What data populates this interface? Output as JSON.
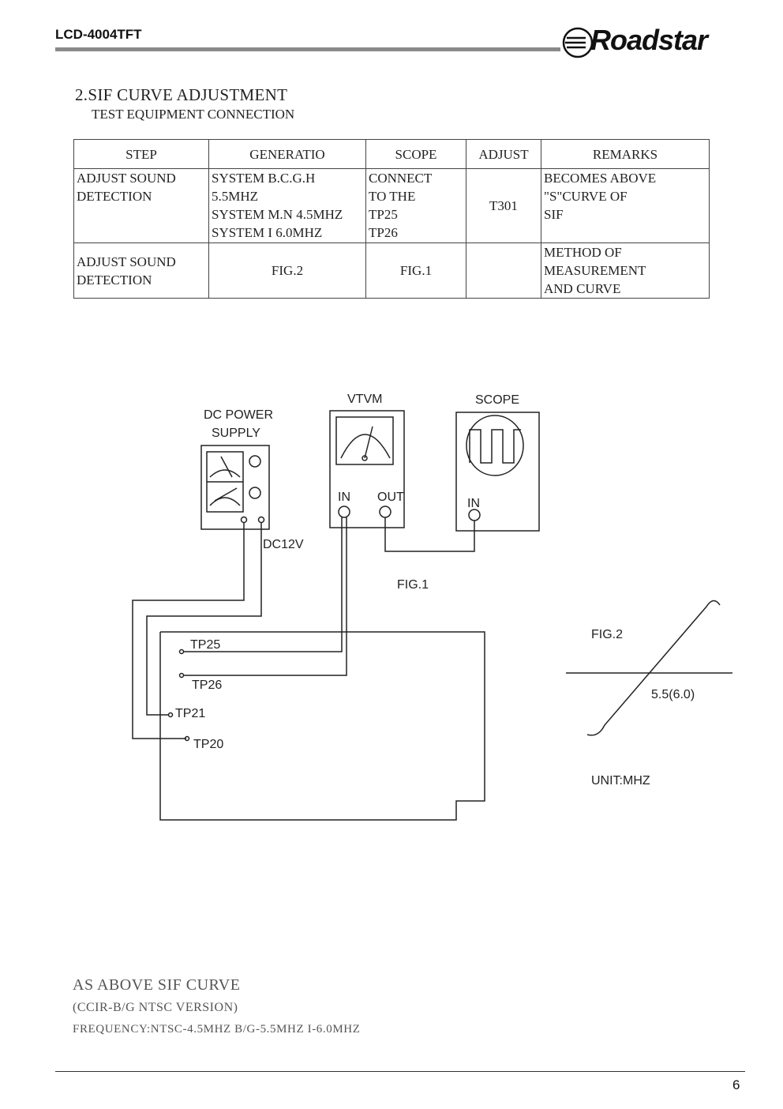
{
  "header": {
    "model": "LCD-4004TFT",
    "brand": "Roadstar"
  },
  "section": {
    "title": "2.SIF CURVE ADJUSTMENT",
    "subtitle": "TEST EQUIPMENT CONNECTION"
  },
  "table": {
    "headers": [
      "STEP",
      "GENERATIO",
      "SCOPE",
      "ADJUST",
      "REMARKS"
    ],
    "rows": [
      {
        "step": [
          "ADJUST SOUND",
          "DETECTION"
        ],
        "generator": [
          "SYSTEM B.C.G.H",
          "5.5MHZ",
          "SYSTEM M.N 4.5MHZ",
          "SYSTEM I 6.0MHZ"
        ],
        "scope": [
          "CONNECT",
          "TO THE",
          "TP25",
          "TP26"
        ],
        "adjust": "T301",
        "remarks": [
          "BECOMES ABOVE",
          "\"S\"CURVE OF",
          "SIF"
        ]
      },
      {
        "step": [
          "ADJUST SOUND",
          "DETECTION"
        ],
        "generator": [
          "FIG.2"
        ],
        "scope": [
          "FIG.1"
        ],
        "adjust": "",
        "remarks": [
          "METHOD OF",
          "MEASUREMENT",
          "AND CURVE"
        ]
      }
    ]
  },
  "figure1": {
    "dc_power": [
      "DC POWER",
      "SUPPLY"
    ],
    "vtvm": "VTVM",
    "scope": "SCOPE",
    "in": "IN",
    "out": "OUT",
    "scope_in": "IN",
    "dc12v": "DC12V",
    "caption": "FIG.1",
    "tp25": "TP25",
    "tp26": "TP26",
    "tp21": "TP21",
    "tp20": "TP20"
  },
  "figure2": {
    "caption": "FIG.2",
    "center_label": "5.5(6.0)",
    "unit": "UNIT:MHZ"
  },
  "notes": [
    "AS ABOVE SIF CURVE",
    "(CCIR-B/G NTSC VERSION)",
    "FREQUENCY:NTSC-4.5MHZ B/G-5.5MHZ I-6.0MHZ"
  ],
  "footer": {
    "page": "6"
  }
}
